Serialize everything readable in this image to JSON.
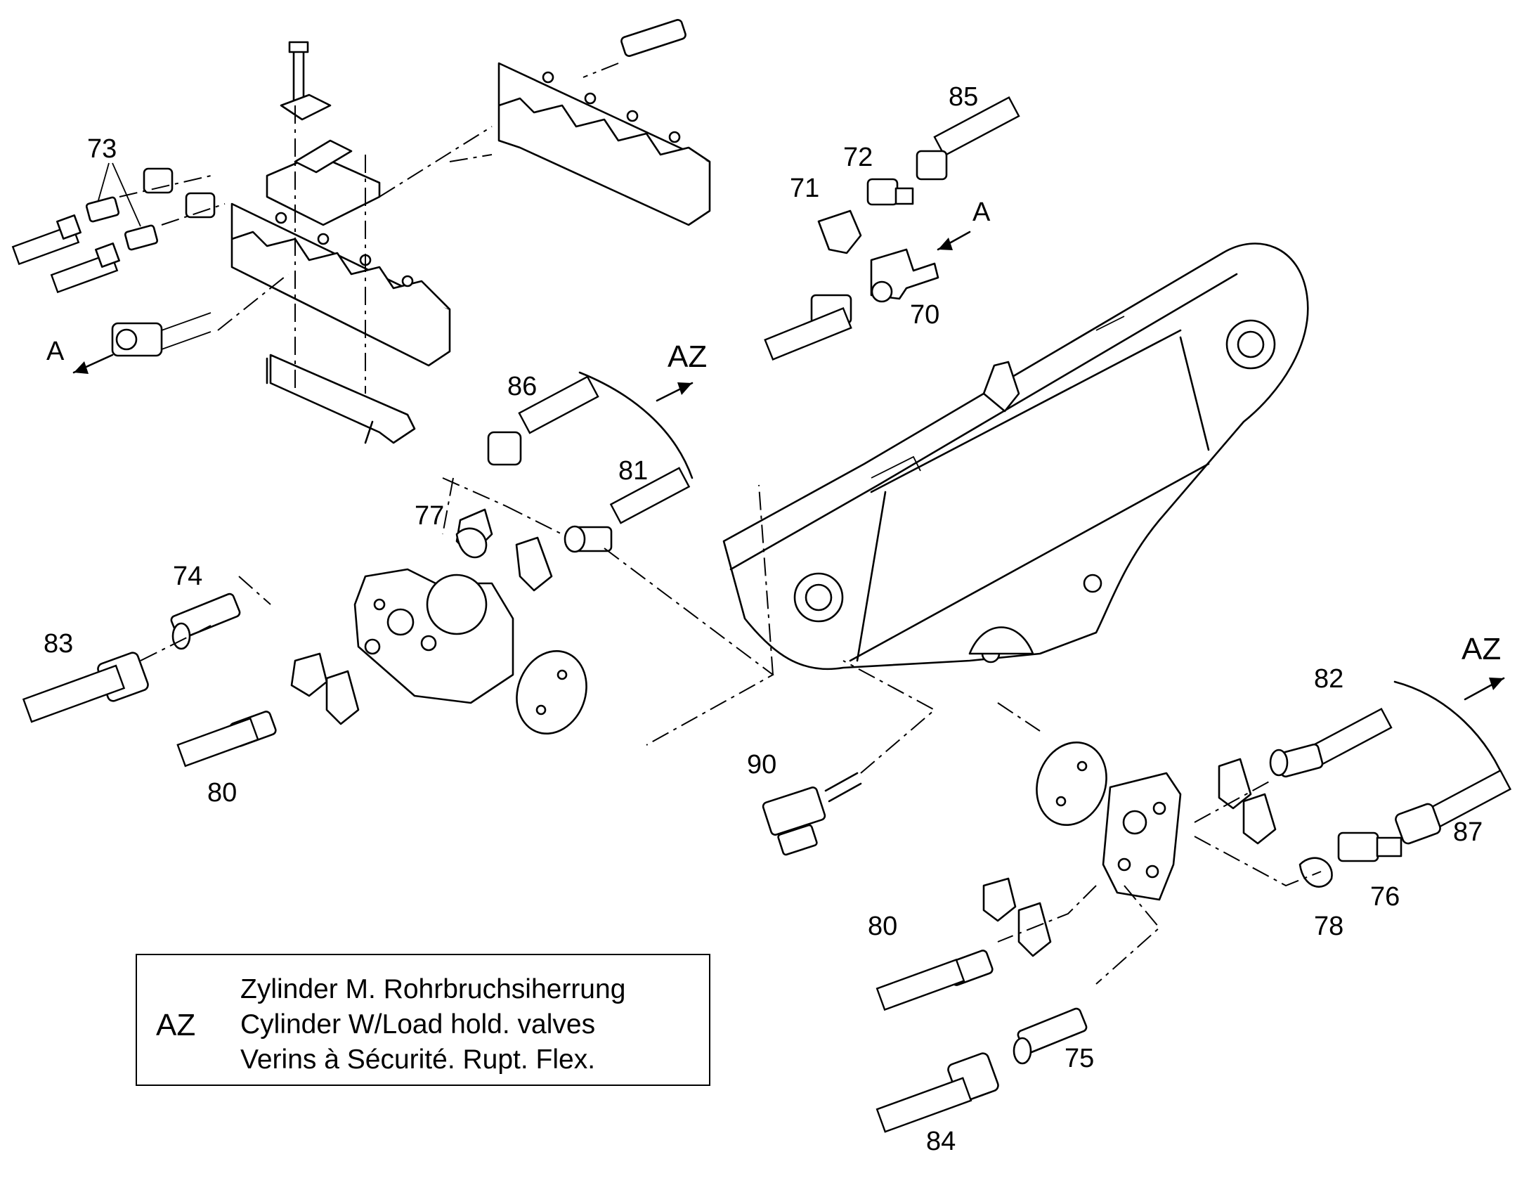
{
  "parts": [
    {
      "number": "73"
    },
    {
      "number": "85"
    },
    {
      "number": "72"
    },
    {
      "number": "71"
    },
    {
      "number": "70"
    },
    {
      "number": "86"
    },
    {
      "number": "81"
    },
    {
      "number": "77"
    },
    {
      "number": "74"
    },
    {
      "number": "83"
    },
    {
      "number": "80"
    },
    {
      "number": "90"
    },
    {
      "number": "82"
    },
    {
      "number": "87"
    },
    {
      "number": "76"
    },
    {
      "number": "78"
    },
    {
      "number": "80"
    },
    {
      "number": "75"
    },
    {
      "number": "84"
    }
  ],
  "view_markers": {
    "a_left": "A",
    "a_right": "A",
    "az_upper": "AZ",
    "az_right": "AZ"
  },
  "legend": {
    "key": "AZ",
    "lines": [
      "Zylinder M. Rohrbruchsiherrung",
      "Cylinder W/Load hold. valves",
      "Verins à Sécurité. Rupt. Flex."
    ]
  }
}
